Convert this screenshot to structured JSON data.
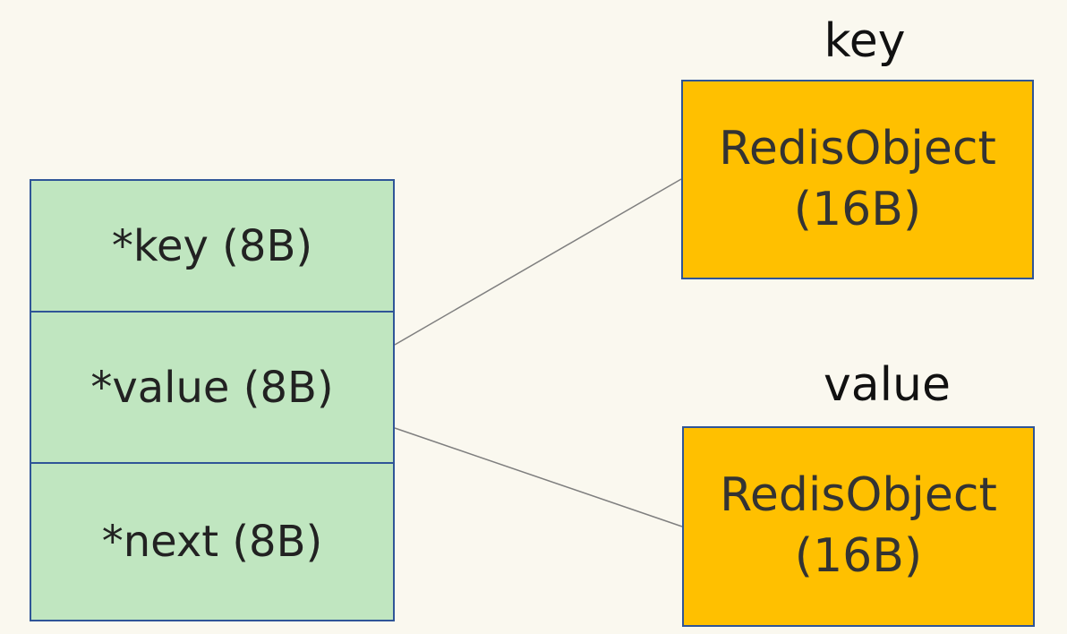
{
  "struct": {
    "fields": [
      {
        "label": "*key (8B)"
      },
      {
        "label": "*value (8B)"
      },
      {
        "label": "*next (8B)"
      }
    ]
  },
  "objects": [
    {
      "caption": "key",
      "name": "RedisObject",
      "size": "(16B)"
    },
    {
      "caption": "value",
      "name": "RedisObject",
      "size": "(16B)"
    }
  ],
  "colors": {
    "background": "#faf8ef",
    "struct_fill": "#c0e6c0",
    "object_fill": "#ffc000",
    "border": "#2f5597",
    "connector": "#7f7f7f"
  }
}
